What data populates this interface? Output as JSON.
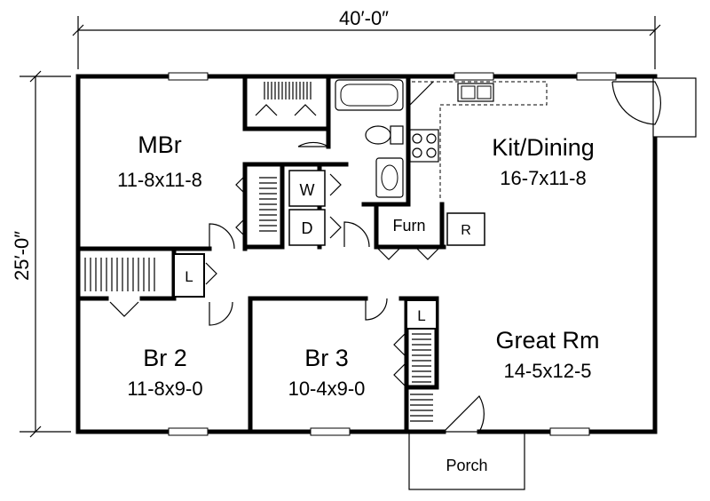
{
  "dimensions": {
    "width": "40′-0″",
    "depth": "25′-0″"
  },
  "rooms": {
    "master": {
      "name": "MBr",
      "size": "11-8x11-8"
    },
    "kitchen": {
      "name": "Kit/Dining",
      "size": "16-7x11-8"
    },
    "bedroom2": {
      "name": "Br 2",
      "size": "11-8x9-0"
    },
    "bedroom3": {
      "name": "Br 3",
      "size": "10-4x9-0"
    },
    "great_room": {
      "name": "Great Rm",
      "size": "14-5x12-5"
    },
    "porch": {
      "name": "Porch"
    }
  },
  "fixtures": {
    "washer": "W",
    "dryer": "D",
    "furnace": "Furn",
    "refrigerator": "R",
    "linen1": "L",
    "linen2": "L"
  }
}
